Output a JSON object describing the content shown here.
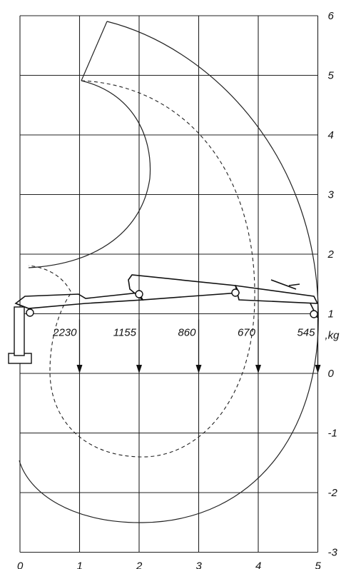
{
  "diagram": {
    "x_ticks": [
      "0",
      "1",
      "2",
      "3",
      "4",
      "5"
    ],
    "y_ticks": [
      "6",
      "5",
      "4",
      "3",
      "2",
      "1",
      "0",
      "-1",
      "-2",
      "-3"
    ],
    "unit_label": ",kg",
    "loads": [
      {
        "x": 1,
        "label": "2230"
      },
      {
        "x": 2,
        "label": "1155"
      },
      {
        "x": 3,
        "label": "860"
      },
      {
        "x": 4,
        "label": "670"
      },
      {
        "x": 5,
        "label": "545"
      }
    ],
    "ranges": {
      "x": [
        0,
        5
      ],
      "y": [
        -3,
        6
      ]
    }
  }
}
